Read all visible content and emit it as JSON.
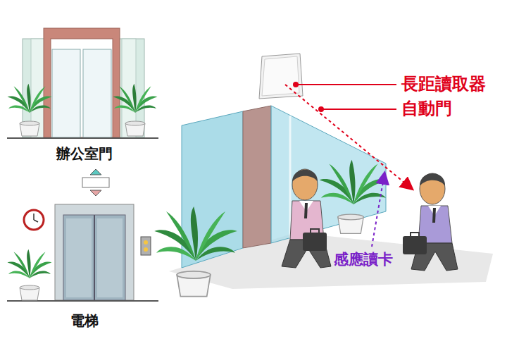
{
  "diagram": {
    "labels": [
      "辦公室門",
      "電梯",
      "長距讀取器",
      "自動門",
      "感應讀卡"
    ]
  }
}
